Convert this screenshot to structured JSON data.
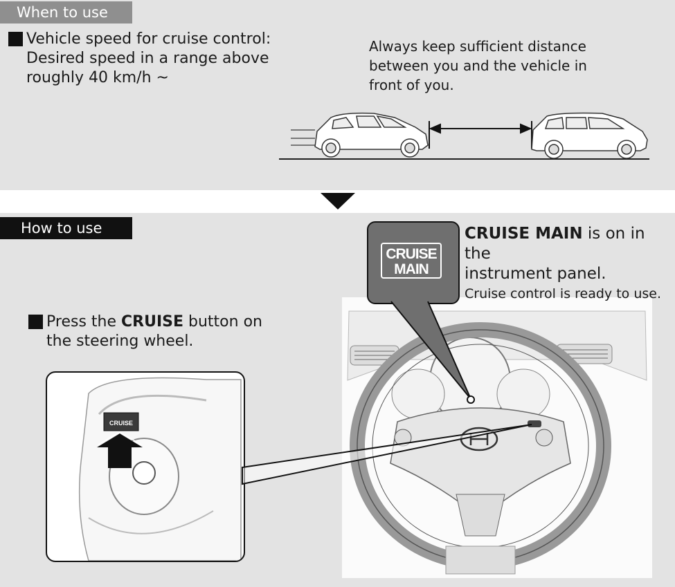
{
  "when_to_use": {
    "header": "When to use",
    "speed_line1": "Vehicle speed for cruise control:",
    "speed_line2": "Desired speed in a range above",
    "speed_line3": "roughly 40 km/h ~",
    "distance_line1": "Always keep sufficient distance",
    "distance_line2": "between you and the vehicle in",
    "distance_line3": "front of you."
  },
  "how_to_use": {
    "header": "How to use",
    "press_prefix": "Press the ",
    "press_bold": "CRUISE",
    "press_suffix": " button on",
    "press_line2": "the steering wheel.",
    "indicator_line1": "CRUISE",
    "indicator_line2": "MAIN",
    "status_bold": "CRUISE MAIN",
    "status_suffix": " is on in the",
    "status_line2": "instrument panel.",
    "status_sub": "Cruise control is ready to use.",
    "button_label": "CRUISE"
  },
  "colors": {
    "panel_bg": "#e3e3e3",
    "header_when_bg": "#8f8f8f",
    "header_how_bg": "#111111",
    "callout_bg": "#6f6f6f"
  }
}
